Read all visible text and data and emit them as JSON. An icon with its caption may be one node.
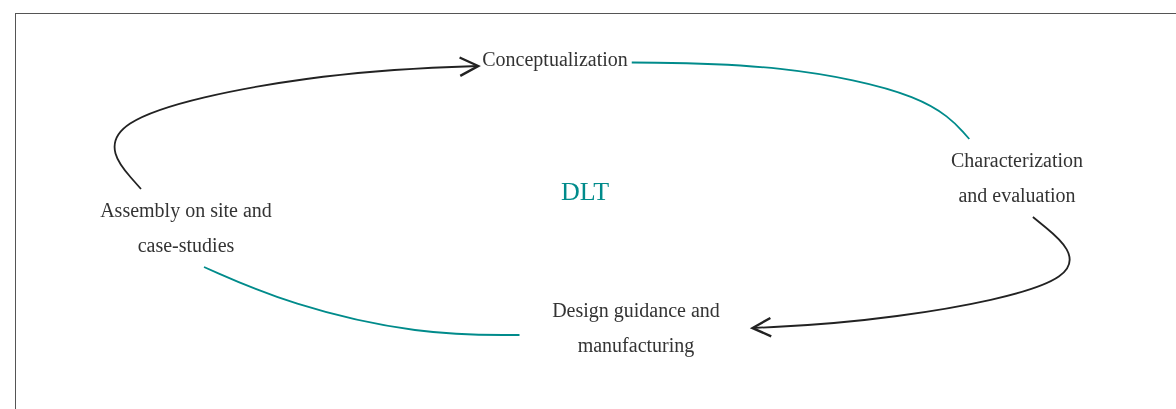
{
  "diagram": {
    "nodes": [
      {
        "text": [
          "Conceptualization"
        ]
      },
      {
        "text": [
          "Characterization and evaluation"
        ]
      },
      {
        "text": [
          "Design guidance and manufacturing"
        ]
      },
      {
        "text": [
          "Assembly on site and case-studies"
        ]
      }
    ],
    "edges": [
      {
        "from": 0,
        "to": 1,
        "arrow": "none",
        "color": "#008b8b"
      },
      {
        "from": 1,
        "to": 2,
        "arrow": "to",
        "color": "#222222"
      },
      {
        "from": 2,
        "to": 3,
        "arrow": "none",
        "color": "#008b8b"
      },
      {
        "from": 3,
        "to": 0,
        "arrow": "to",
        "color": "#222222"
      }
    ],
    "labels": [
      "DLT"
    ]
  }
}
